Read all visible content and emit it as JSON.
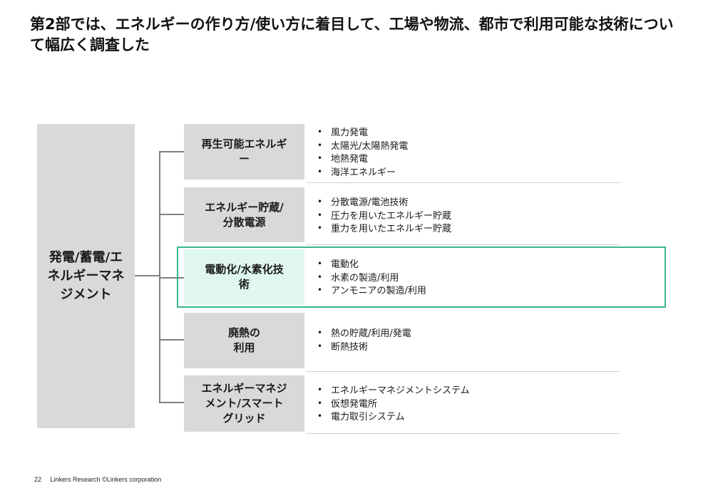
{
  "title": "第2部では、エネルギーの作り方/使い方に着目して、工場や物流、都市で利用可能な技術について幅広く調査した",
  "root": {
    "label": "発電/蓄電/エ\nネルギーマネ\nジメント"
  },
  "categories": [
    {
      "label": "再生可能エネルギ\nー",
      "items": [
        "風力発電",
        "太陽光/太陽熱発電",
        "地熱発電",
        "海洋エネルギー"
      ],
      "highlighted": false
    },
    {
      "label": "エネルギー貯蔵/\n分散電源",
      "items": [
        "分散電源/電池技術",
        "圧力を用いたエネルギー貯蔵",
        "重力を用いたエネルギー貯蔵"
      ],
      "highlighted": false
    },
    {
      "label": "電動化/水素化技\n術",
      "items": [
        "電動化",
        "水素の製造/利用",
        "アンモニアの製造/利用"
      ],
      "highlighted": true
    },
    {
      "label": "廃熱の\n利用",
      "items": [
        "熱の貯蔵/利用/発電",
        "断熱技術"
      ],
      "highlighted": false
    },
    {
      "label": "エネルギーマネジ\nメント/スマート\nグリッド",
      "items": [
        "エネルギーマネジメントシステム",
        "仮想発電所",
        "電力取引システム"
      ],
      "highlighted": false
    }
  ],
  "colors": {
    "box_gray": "#d9d9d9",
    "highlight_fill": "#dff7ee",
    "highlight_border": "#35b98a",
    "connector": "#808080"
  },
  "footer": {
    "page_number": "22",
    "text": "Linkers Research ©Linkers corporation"
  }
}
